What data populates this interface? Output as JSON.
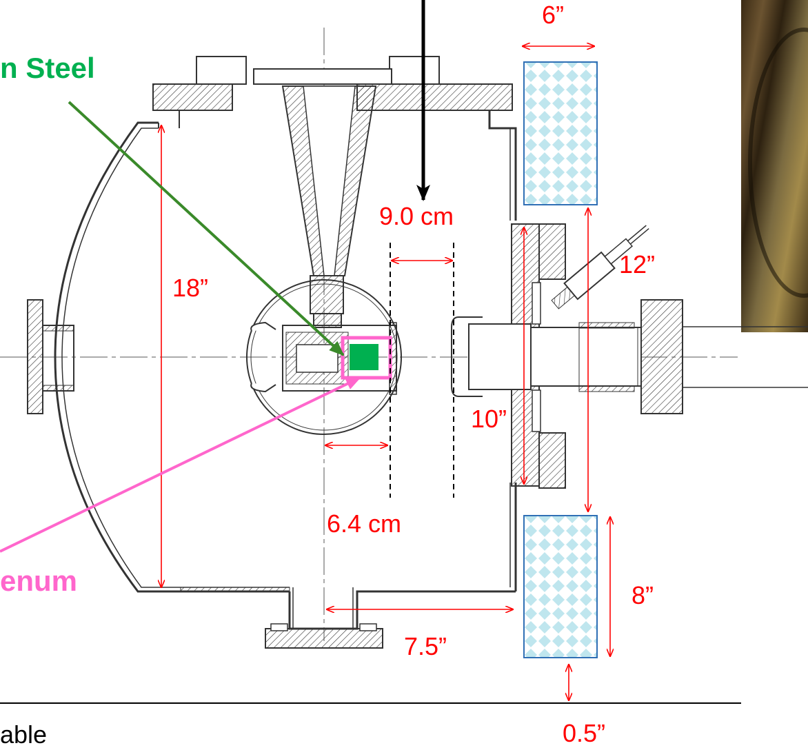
{
  "labels": {
    "steel": "n Steel",
    "plenum": "enum",
    "cable": "able"
  },
  "dimensions": {
    "d6in": "6”",
    "d9cm": "9.0 cm",
    "d12in": "12”",
    "d18in": "18”",
    "d10in": "10”",
    "d6_4cm": "6.4 cm",
    "d8in": "8”",
    "d7_5in": "7.5”",
    "d0_5in": "0.5”"
  },
  "colors": {
    "dimension": "#ff0000",
    "steel": "#00b050",
    "plenum": "#ff66cc",
    "steel_arrow": "#3a8a2a",
    "magnet_fill": "#bfe6ee",
    "magnet_border": "#2f6fb5",
    "drawing_line": "#333333"
  }
}
